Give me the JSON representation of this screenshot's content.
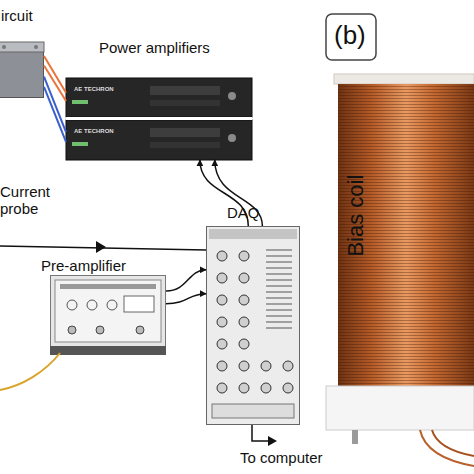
{
  "diagram": {
    "nodes": [
      {
        "text": [
          "ircuit"
        ]
      },
      {
        "text": [
          "Power amplifiers"
        ]
      },
      {
        "text": [
          "Pre-amplifier"
        ]
      },
      {
        "text": [
          "DAQ"
        ]
      }
    ],
    "edges": [
      {
        "from": 0,
        "to": 1,
        "arrow": "none"
      },
      {
        "from": 0,
        "to": 1,
        "arrow": "none"
      },
      {
        "from": 0,
        "to": 1,
        "arrow": "none"
      },
      {
        "from": 0,
        "to": 1,
        "arrow": "none"
      },
      {
        "from": 3,
        "to": 1,
        "arrow": "to"
      },
      {
        "from": 3,
        "to": 1,
        "arrow": "to"
      },
      {
        "from": 2,
        "to": 3,
        "arrow": "to"
      },
      {
        "from": 2,
        "to": 3,
        "arrow": "to"
      }
    ],
    "labels": [
      "Current probe",
      "To computer",
      "(b)",
      "Bias coil",
      "AE TECHRON",
      "AE TECHRON"
    ]
  }
}
